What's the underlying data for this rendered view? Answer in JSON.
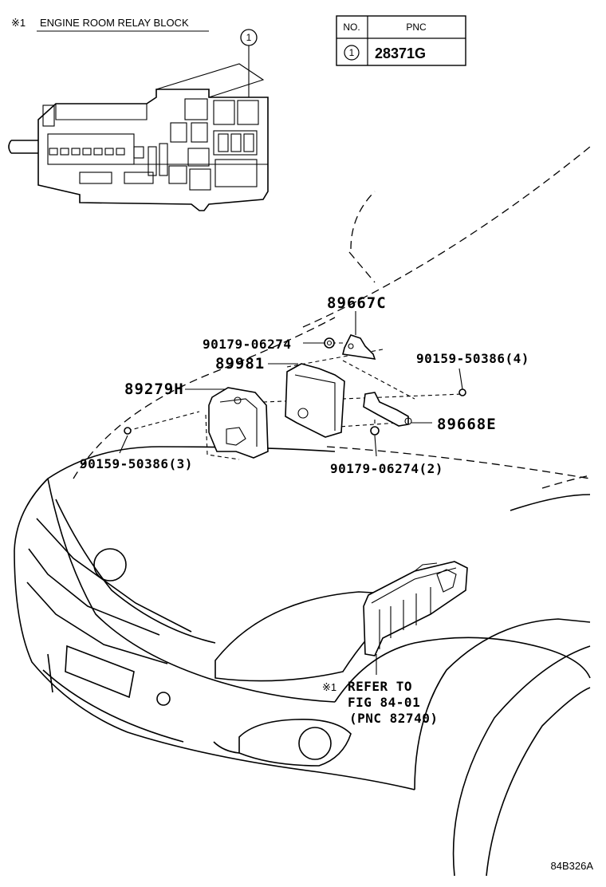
{
  "header": {
    "note_mark": "※1",
    "relay_block_title": "ENGINE ROOM RELAY BLOCK",
    "callout_1": "1"
  },
  "table": {
    "col_no": "NO.",
    "col_pnc": "PNC",
    "row_no": "1",
    "row_pnc": "28371G"
  },
  "parts": {
    "bracket_upper": "89667C",
    "nut_upper": "90179-06274",
    "ecu": "89981",
    "bolt_right": "90159-50386(4)",
    "cover": "89279H",
    "bracket_lower": "89668E",
    "bolt_left": "90159-50386(3)",
    "nut_lower": "90179-06274(2)"
  },
  "refer": {
    "mark": "※1",
    "line1": "REFER TO",
    "line2": "FIG 84-01",
    "line3": "(PNC 82740)"
  },
  "figure_id": "84B326A"
}
